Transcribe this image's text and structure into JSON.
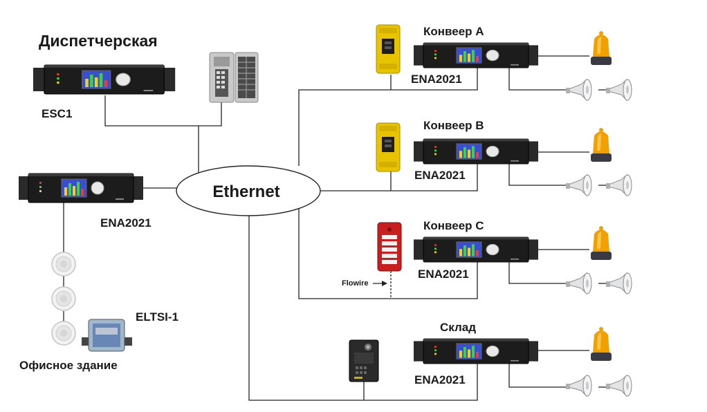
{
  "labels": {
    "dispatch_room": "Диспетчерская",
    "esc1": "ESC1",
    "ethernet": "Ethernet",
    "ena_office": "ENA2021",
    "ena_a": "ENA2021",
    "ena_b": "ENA2021",
    "ena_c": "ENA2021",
    "ena_sklad": "ENA2021",
    "conveyor_a": "Конвеер  А",
    "conveyor_b": "Конвеер  В",
    "conveyor_c": "Конвеер  С",
    "warehouse": "Склад",
    "eltsi": "ELTSI-1",
    "office_building": "Офисное здание",
    "flowire": "Flowire"
  },
  "colors": {
    "rack_body": "#1c1c1c",
    "screen": "#3a4fd0",
    "beacon_amber": "#f0a000",
    "intercom_yellow": "#e8c400",
    "intercom_red": "#c81e1e"
  }
}
